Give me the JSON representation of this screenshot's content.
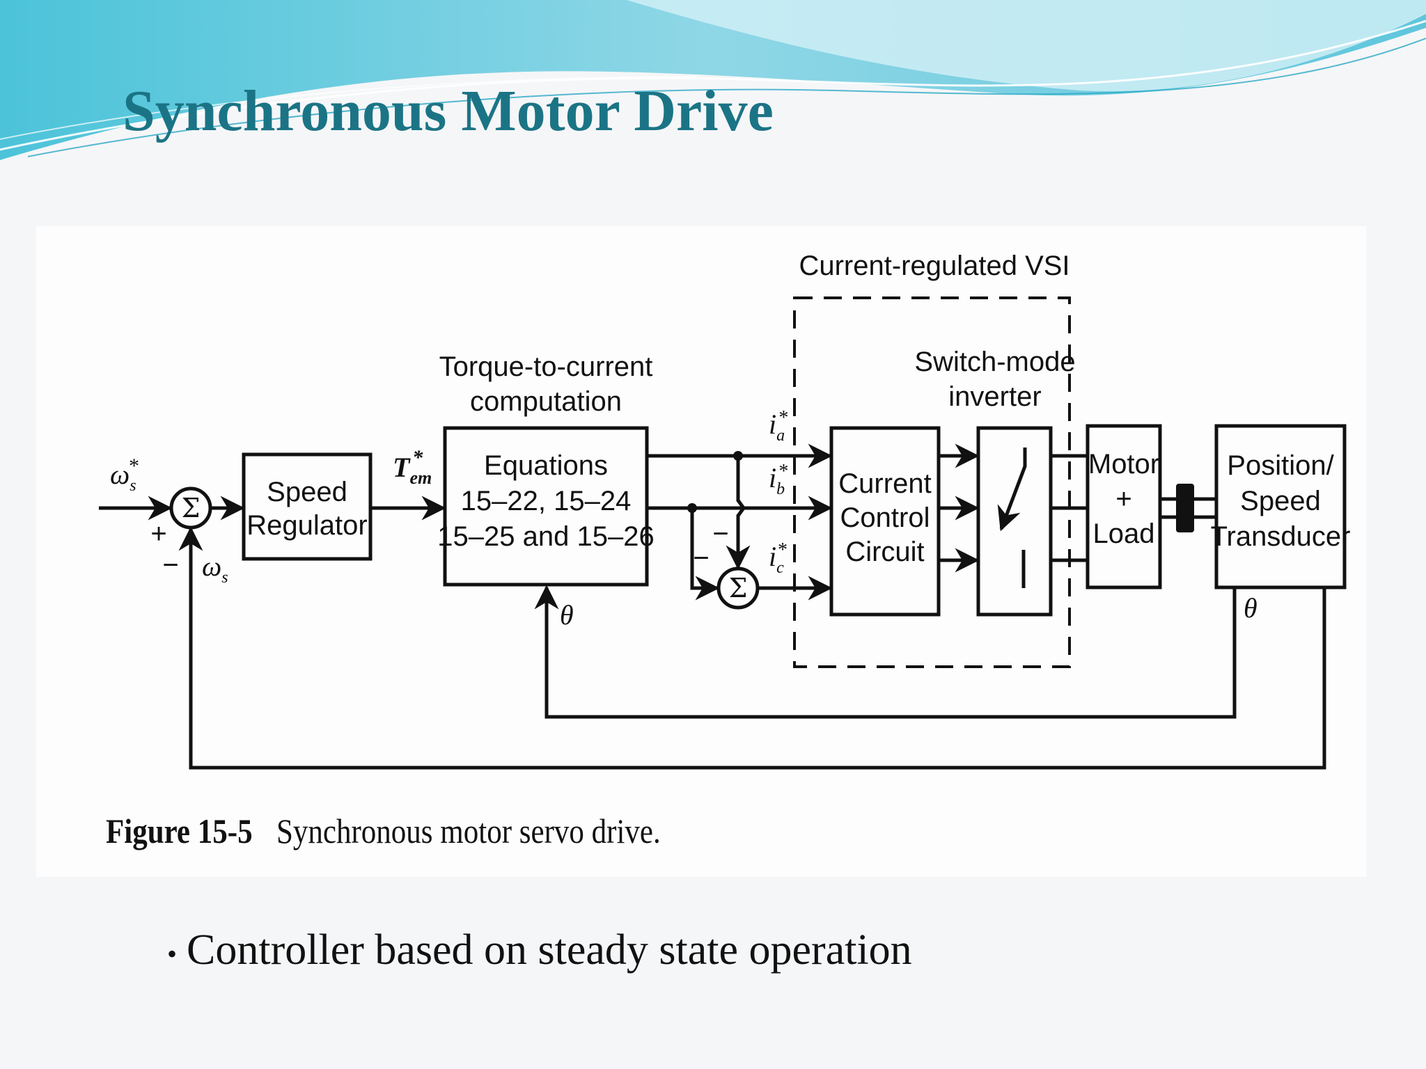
{
  "slide": {
    "title": "Synchronous Motor Drive",
    "bullet": "Controller based on steady state operation",
    "accent_color": "#1b7485"
  },
  "figure": {
    "number": "Figure 15-5",
    "caption": "Synchronous motor servo drive.",
    "header_labels": {
      "torque_current_line1": "Torque-to-current",
      "torque_current_line2": "computation",
      "vsi": "Current-regulated VSI",
      "inverter_line1": "Switch-mode",
      "inverter_line2": "inverter"
    },
    "blocks": {
      "speed_regulator": [
        "Speed",
        "Regulator"
      ],
      "equations": [
        "Equations",
        "15–22, 15–24",
        "15–25 and 15–26"
      ],
      "current_control": [
        "Current",
        "Control",
        "Circuit"
      ],
      "motor_load": [
        "Motor",
        "+",
        "Load"
      ],
      "transducer": [
        "Position/",
        "Speed",
        "Transducer"
      ]
    },
    "signals": {
      "speed_ref": "ω",
      "speed_ref_sub": "s",
      "speed_fb": "ω",
      "speed_fb_sub": "s",
      "torque_ref": "T",
      "torque_ref_sub": "em",
      "ia": "i",
      "ia_sub": "a",
      "ib": "i",
      "ib_sub": "b",
      "ic": "i",
      "ic_sub": "c",
      "star": "*",
      "theta": "θ",
      "sigma": "Σ",
      "plus": "+",
      "minus": "−"
    }
  }
}
